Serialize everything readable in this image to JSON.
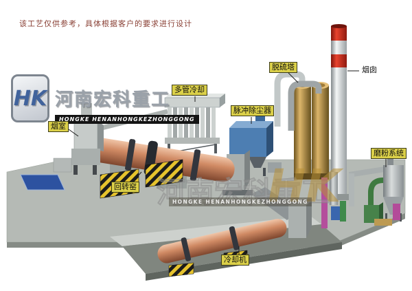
{
  "disclaimer": "该工艺仅供参考，具体根据客户的要求进行设计",
  "logo": {
    "monogram": "HK",
    "company_cn": "河南宏科重工",
    "company_en": "HONGKE HENANHONGKEZHONGGONG"
  },
  "equipment_labels": {
    "smoke_chamber": "烟室",
    "multi_tube_cooler": "多管冷却",
    "pulse_dust_collector": "脉冲除尘器",
    "desulfurization_tower": "脱硫塔",
    "chimney": "烟囱",
    "grinding_system": "磨粉系统",
    "rotary_kiln": "回转窑",
    "cooling_machine": "冷却机"
  },
  "colors": {
    "kiln_shell": "#cf8a64",
    "dust_collector_blue": "#4d7eb2",
    "tower_tan": "#dcb56a",
    "chimney_red_band": "#e8432e",
    "hazard_yellow": "#e6c32d",
    "label_yellow": "#dbd049",
    "platform_gray": "#b5bab5",
    "pool_blue": "#2d52a0"
  }
}
